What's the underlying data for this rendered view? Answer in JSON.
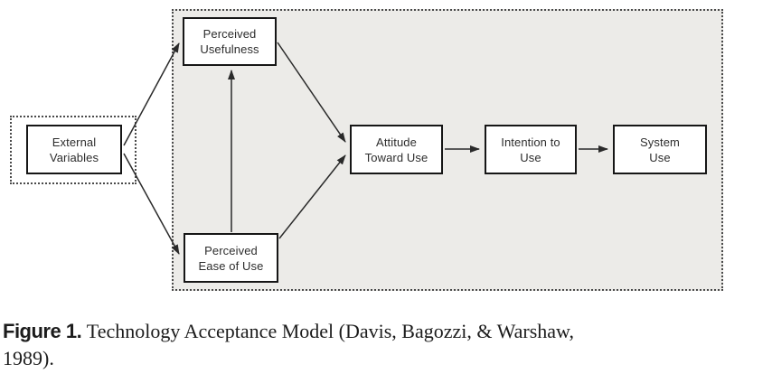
{
  "figure": {
    "caption": {
      "label": "Figure 1.",
      "line1": "Technology Acceptance Model (Davis, Bagozzi, & Warshaw,",
      "line2": "1989)."
    },
    "nodes": {
      "external": {
        "line1": "External",
        "line2": "Variables"
      },
      "usefulness": {
        "line1": "Perceived",
        "line2": "Usefulness"
      },
      "ease": {
        "line1": "Perceived",
        "line2": "Ease of Use"
      },
      "attitude": {
        "line1": "Attitude",
        "line2": "Toward Use"
      },
      "intention": {
        "line1": "Intention to",
        "line2": "Use"
      },
      "system": {
        "line1": "System",
        "line2": "Use"
      }
    },
    "edges": [
      {
        "from": "External Variables",
        "to": "Perceived Usefulness"
      },
      {
        "from": "External Variables",
        "to": "Perceived Ease of Use"
      },
      {
        "from": "Perceived Ease of Use",
        "to": "Perceived Usefulness"
      },
      {
        "from": "Perceived Usefulness",
        "to": "Attitude Toward Use"
      },
      {
        "from": "Perceived Ease of Use",
        "to": "Attitude Toward Use"
      },
      {
        "from": "Attitude Toward Use",
        "to": "Intention to Use"
      },
      {
        "from": "Intention to Use",
        "to": "System Use"
      }
    ],
    "colors": {
      "region_fill": "#ECEBE8",
      "box_border": "#161616",
      "arrow": "#2a2a2a",
      "node_text": "#2d2d2d",
      "caption_text": "#1c1c1c"
    }
  }
}
